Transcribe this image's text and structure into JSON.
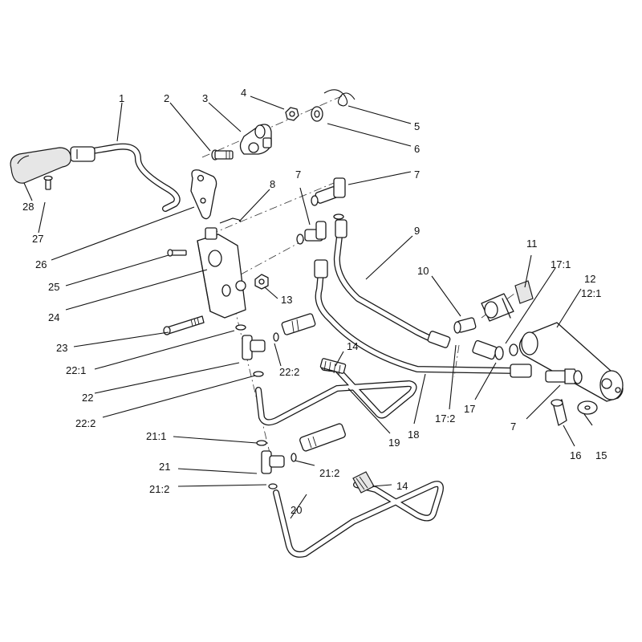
{
  "callouts": [
    {
      "id": "c-1",
      "text": "1"
    },
    {
      "id": "c-2",
      "text": "2"
    },
    {
      "id": "c-3",
      "text": "3"
    },
    {
      "id": "c-4",
      "text": "4"
    },
    {
      "id": "c-5",
      "text": "5"
    },
    {
      "id": "c-6",
      "text": "6"
    },
    {
      "id": "c-7a",
      "text": "7"
    },
    {
      "id": "c-7b",
      "text": "7"
    },
    {
      "id": "c-8",
      "text": "8"
    },
    {
      "id": "c-9",
      "text": "9"
    },
    {
      "id": "c-10",
      "text": "10"
    },
    {
      "id": "c-11",
      "text": "11"
    },
    {
      "id": "c-17-1",
      "text": "17:1"
    },
    {
      "id": "c-12",
      "text": "12"
    },
    {
      "id": "c-12-1",
      "text": "12:1"
    },
    {
      "id": "c-13",
      "text": "13"
    },
    {
      "id": "c-14a",
      "text": "14"
    },
    {
      "id": "c-14b",
      "text": "14"
    },
    {
      "id": "c-15",
      "text": "15"
    },
    {
      "id": "c-16",
      "text": "16"
    },
    {
      "id": "c-7c",
      "text": "7"
    },
    {
      "id": "c-17",
      "text": "17"
    },
    {
      "id": "c-17-2",
      "text": "17:2"
    },
    {
      "id": "c-18",
      "text": "18"
    },
    {
      "id": "c-19",
      "text": "19"
    },
    {
      "id": "c-20",
      "text": "20"
    },
    {
      "id": "c-21-1",
      "text": "21:1"
    },
    {
      "id": "c-21",
      "text": "21"
    },
    {
      "id": "c-21-2a",
      "text": "21:2"
    },
    {
      "id": "c-21-2b",
      "text": "21:2"
    },
    {
      "id": "c-22-1",
      "text": "22:1"
    },
    {
      "id": "c-22",
      "text": "22"
    },
    {
      "id": "c-22-2a",
      "text": "22:2"
    },
    {
      "id": "c-22-2b",
      "text": "22:2"
    },
    {
      "id": "c-23",
      "text": "23"
    },
    {
      "id": "c-24",
      "text": "24"
    },
    {
      "id": "c-25",
      "text": "25"
    },
    {
      "id": "c-26",
      "text": "26"
    },
    {
      "id": "c-27",
      "text": "27"
    },
    {
      "id": "c-28",
      "text": "28"
    }
  ]
}
